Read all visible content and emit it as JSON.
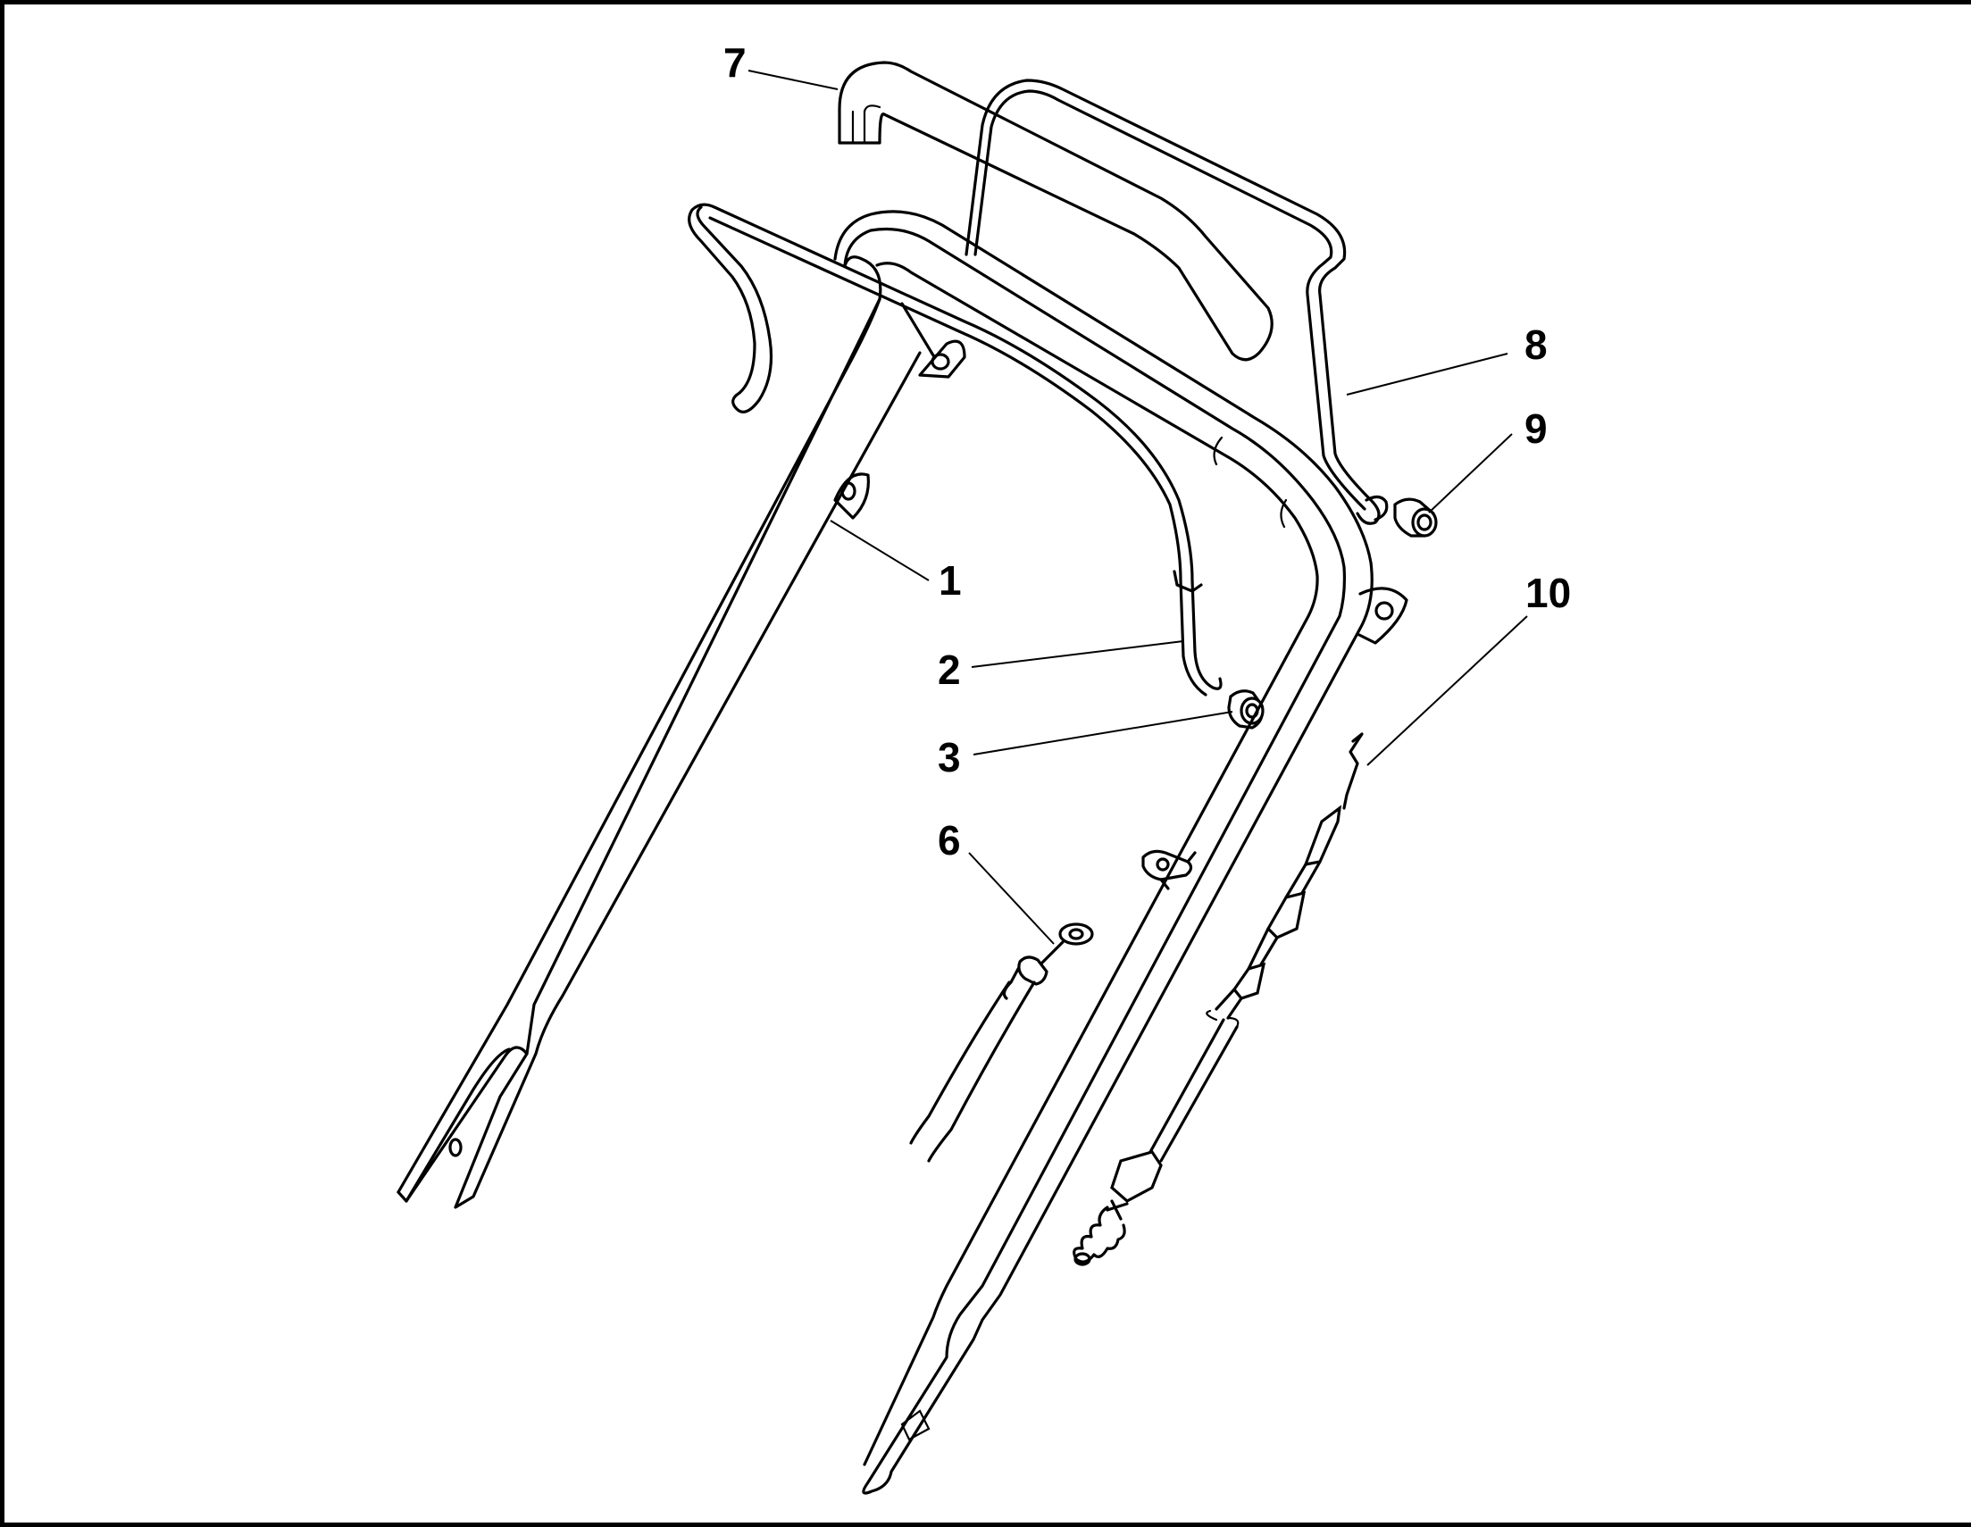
{
  "callouts": [
    {
      "id": "1",
      "label": "1"
    },
    {
      "id": "2",
      "label": "2"
    },
    {
      "id": "3",
      "label": "3"
    },
    {
      "id": "6",
      "label": "6"
    },
    {
      "id": "7",
      "label": "7"
    },
    {
      "id": "8",
      "label": "8"
    },
    {
      "id": "9",
      "label": "9"
    },
    {
      "id": "10",
      "label": "10"
    }
  ]
}
